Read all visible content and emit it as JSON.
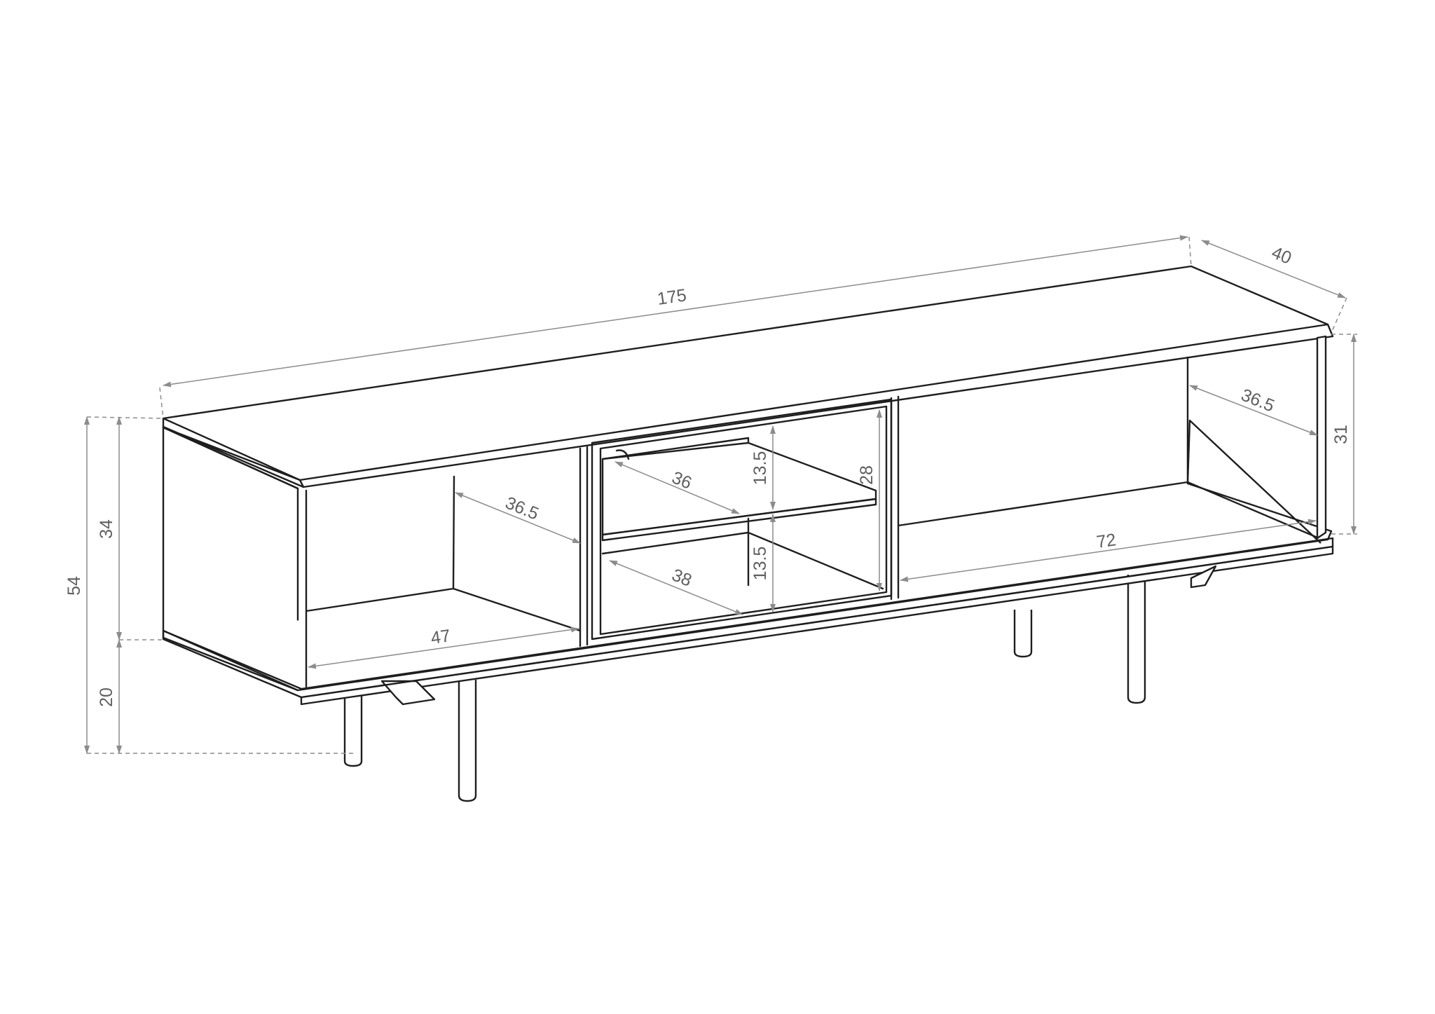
{
  "diagram": {
    "labels": {
      "total_width": "175",
      "depth": "40",
      "total_height": "54",
      "body_height": "34",
      "leg_height": "20",
      "right_inner_height": "31",
      "left_inner_depth": "36.5",
      "right_inner_depth": "36.5",
      "left_inner_width": "47",
      "right_inner_width": "72",
      "center_height": "28",
      "center_upper_height": "13.5",
      "center_lower_height": "13.5",
      "shelf_depth": "36",
      "center_bottom_depth": "38"
    },
    "colors": {
      "outline": "#1e1e1e",
      "dimension": "#8c8c8c",
      "label": "#5f5f5f",
      "background": "#ffffff"
    }
  }
}
